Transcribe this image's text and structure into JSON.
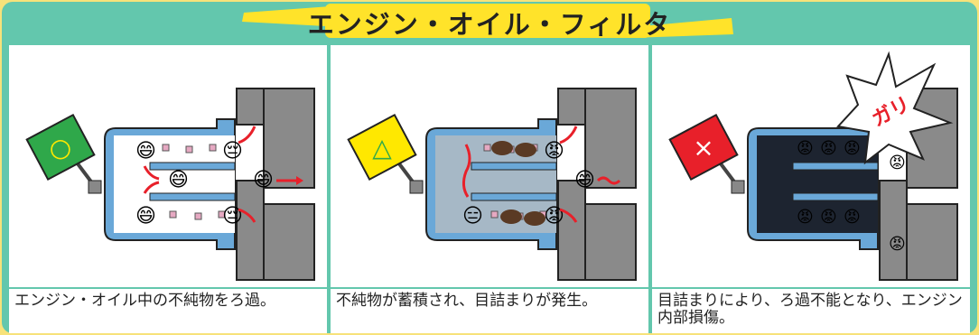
{
  "title": "エンジン・オイル・フィルタ",
  "panels": [
    {
      "sign": "○",
      "caption": "エンジン・オイル中の不純物をろ過。"
    },
    {
      "sign": "△",
      "caption": "不純物が蓄積され、目詰まりが発生。"
    },
    {
      "sign": "×",
      "caption": "目詰まりにより、ろ過不能となり、エンジン内部損傷。"
    }
  ],
  "sound_effect": "ガリ",
  "colors": {
    "background": "#f7e27a",
    "frame": "#63c7ad",
    "sign_ok": "#2fa84a",
    "sign_warn": "#ffe800",
    "sign_ng": "#e8202a",
    "filter_blue": "#6aa8d8",
    "housing_gray": "#8a8a8a",
    "arrow_red": "#e8202a"
  }
}
